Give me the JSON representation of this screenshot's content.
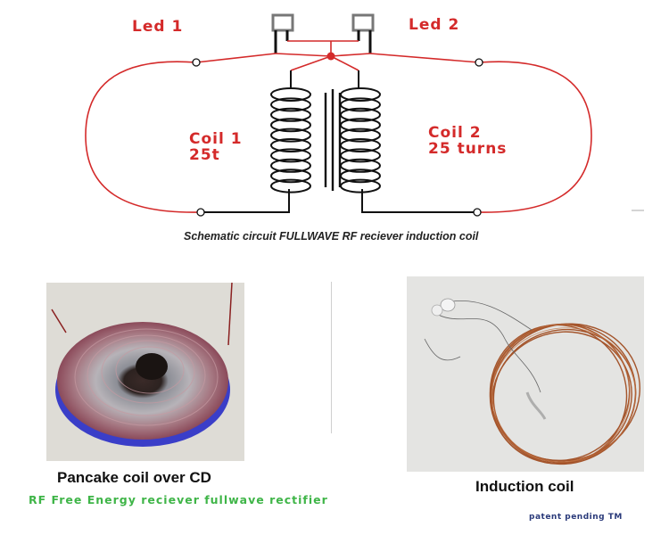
{
  "schematic": {
    "led1_label": "Led 1",
    "led2_label": "Led 2",
    "coil1_name": "Coil 1",
    "coil1_turns": "25t",
    "coil2_name": "Coil 2",
    "coil2_turns": "25 turns",
    "caption": "Schematic circuit FULLWAVE RF reciever induction coil",
    "wire_color": "#d42a2a",
    "coil_color": "#111111"
  },
  "photos": {
    "pancake_label": "Pancake coil over CD",
    "induction_label": "Induction coil"
  },
  "footer": {
    "title": "RF Free Energy reciever fullwave rectifier",
    "title_color": "#3fb548",
    "patent": "patent pending TM"
  }
}
